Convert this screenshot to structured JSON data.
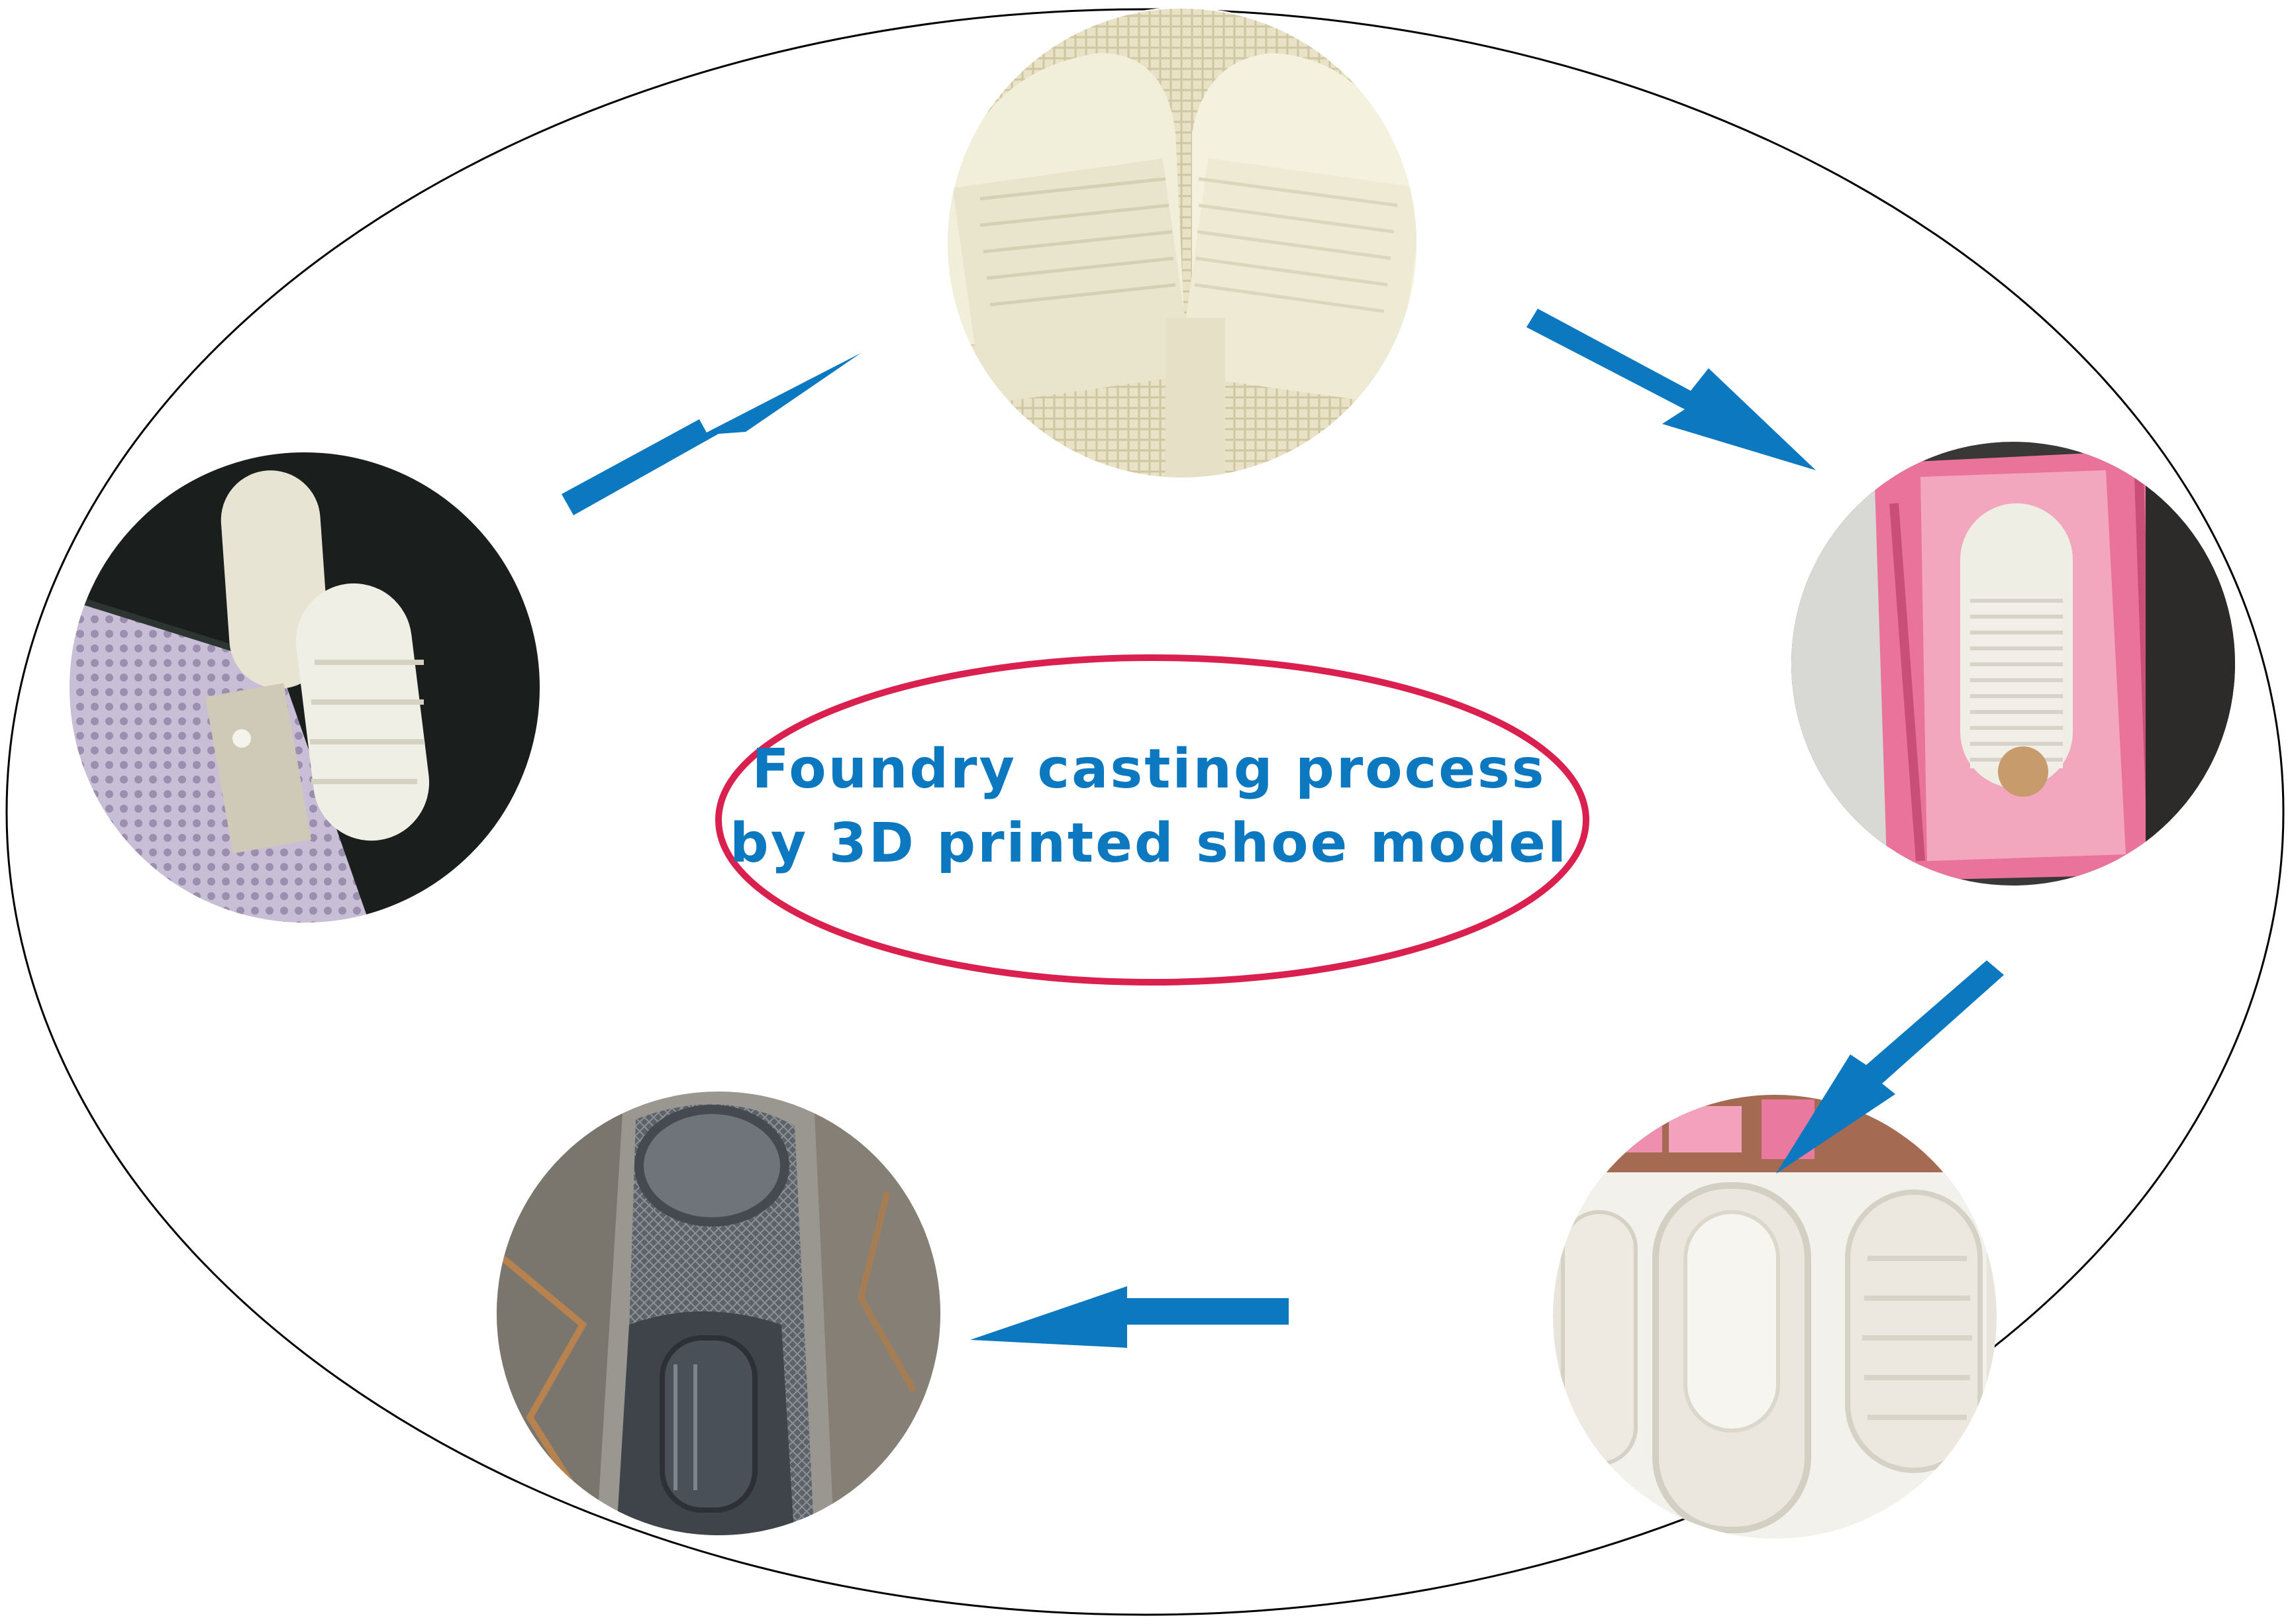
{
  "title": {
    "line1": "Foundry casting process",
    "line2": "by 3D printed shoe model"
  },
  "colors": {
    "outer_ellipse": "#000000",
    "title_ellipse": "#d9204f",
    "title_text": "#0b78bf",
    "arrow": "#0b78bf"
  },
  "steps": [
    {
      "name": "3d-printing-on-build-plate-photo",
      "icon": "photo-printed-soles"
    },
    {
      "name": "printed-shoe-models-photo",
      "icon": "photo-white-slippers"
    },
    {
      "name": "models-placed-in-mold-box-photo",
      "icon": "photo-pink-mold"
    },
    {
      "name": "sand-mold-cavity-photo",
      "icon": "photo-white-sand-mold"
    },
    {
      "name": "cast-metal-shoe-mold-photo",
      "icon": "photo-metal-casting"
    }
  ]
}
